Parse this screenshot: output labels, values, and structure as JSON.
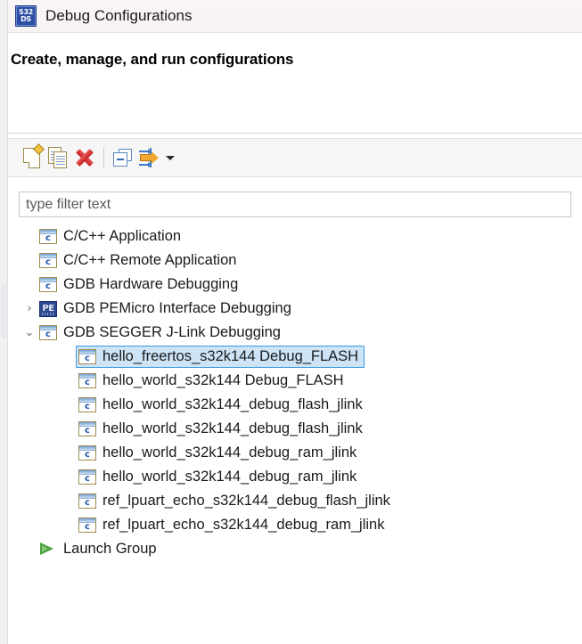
{
  "window": {
    "title": "Debug Configurations",
    "app_icon": "s32ds-icon",
    "app_icon_line1": "S32",
    "app_icon_line2": "DS"
  },
  "header": {
    "title": "Create, manage, and run configurations"
  },
  "toolbar": {
    "buttons": [
      {
        "name": "new-launch-configuration-button",
        "icon": "new-document-icon",
        "label": "New launch configuration"
      },
      {
        "name": "duplicate-button",
        "icon": "duplicate-icon",
        "label": "Duplicate"
      },
      {
        "name": "delete-button",
        "icon": "delete-red-x-icon",
        "label": "Delete"
      },
      {
        "name": "collapse-all-button",
        "icon": "collapse-all-icon",
        "label": "Collapse All"
      },
      {
        "name": "filter-launch-configurations-button",
        "icon": "filter-arrow-icon",
        "label": "Filter launch configurations"
      }
    ],
    "dropdown_caret": "caret-down-icon"
  },
  "filter": {
    "placeholder": "type filter text",
    "value": ""
  },
  "tree": {
    "selected_index": 5,
    "items": [
      {
        "label": "C/C++ Application",
        "icon": "c-launch-icon",
        "depth": 0,
        "twisty": "",
        "selected": false
      },
      {
        "label": "C/C++ Remote Application",
        "icon": "c-launch-icon",
        "depth": 0,
        "twisty": "",
        "selected": false
      },
      {
        "label": "GDB Hardware Debugging",
        "icon": "c-launch-icon",
        "depth": 0,
        "twisty": "",
        "selected": false
      },
      {
        "label": "GDB PEMicro Interface Debugging",
        "icon": "pemicro-icon",
        "depth": 0,
        "twisty": "›",
        "selected": false
      },
      {
        "label": "GDB SEGGER J-Link Debugging",
        "icon": "c-launch-icon",
        "depth": 0,
        "twisty": "⌄",
        "selected": false
      },
      {
        "label": "hello_freertos_s32k144 Debug_FLASH",
        "icon": "c-launch-icon",
        "depth": 1,
        "twisty": "",
        "selected": true
      },
      {
        "label": "hello_world_s32k144 Debug_FLASH",
        "icon": "c-launch-icon",
        "depth": 1,
        "twisty": "",
        "selected": false
      },
      {
        "label": "hello_world_s32k144_debug_flash_jlink",
        "icon": "c-launch-icon",
        "depth": 1,
        "twisty": "",
        "selected": false
      },
      {
        "label": "hello_world_s32k144_debug_flash_jlink",
        "icon": "c-launch-icon",
        "depth": 1,
        "twisty": "",
        "selected": false
      },
      {
        "label": "hello_world_s32k144_debug_ram_jlink",
        "icon": "c-launch-icon",
        "depth": 1,
        "twisty": "",
        "selected": false
      },
      {
        "label": "hello_world_s32k144_debug_ram_jlink",
        "icon": "c-launch-icon",
        "depth": 1,
        "twisty": "",
        "selected": false
      },
      {
        "label": "ref_lpuart_echo_s32k144_debug_flash_jlink",
        "icon": "c-launch-icon",
        "depth": 1,
        "twisty": "",
        "selected": false
      },
      {
        "label": "ref_lpuart_echo_s32k144_debug_ram_jlink",
        "icon": "c-launch-icon",
        "depth": 1,
        "twisty": "",
        "selected": false
      },
      {
        "label": "Launch Group",
        "icon": "launch-group-icon",
        "depth": 0,
        "twisty": "",
        "selected": false
      }
    ]
  },
  "colors": {
    "selection_fill": "#cde4f7",
    "selection_border": "#3c99e0",
    "titlebar": "#faf6f7",
    "toolbar": "#f6f6f6",
    "accent_blue": "#1f56a8"
  }
}
